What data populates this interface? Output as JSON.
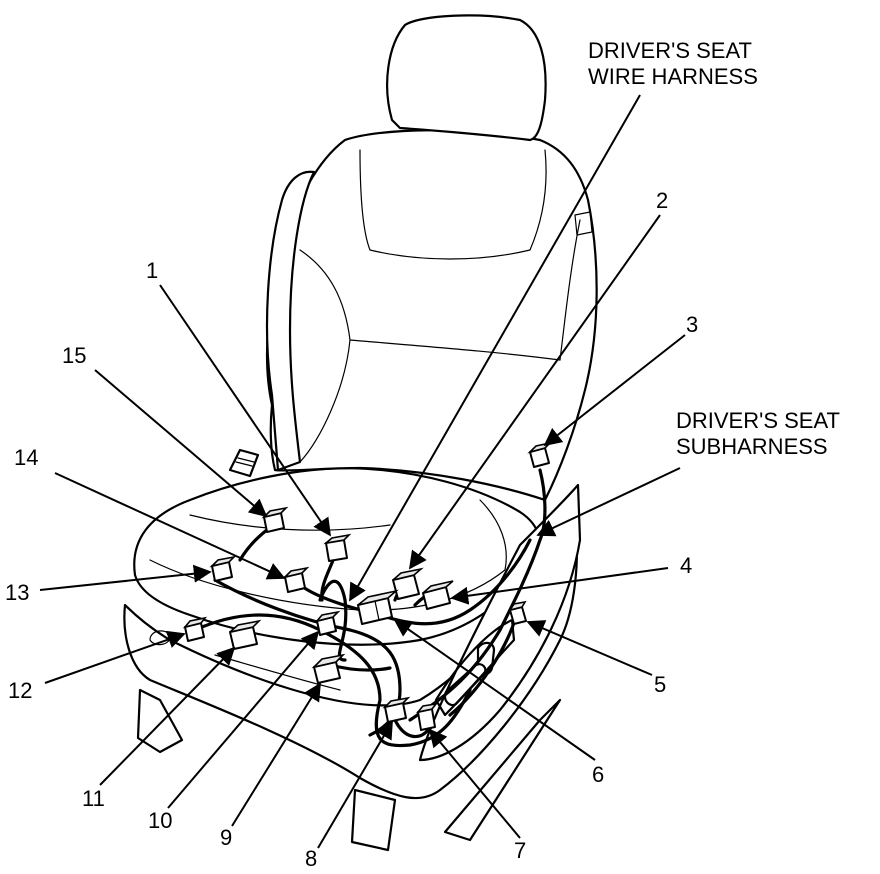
{
  "labels": {
    "wire_harness_line1": "DRIVER'S SEAT",
    "wire_harness_line2": "WIRE HARNESS",
    "subharness_line1": "DRIVER'S SEAT",
    "subharness_line2": "SUBHARNESS"
  },
  "callouts": {
    "c1": "1",
    "c2": "2",
    "c3": "3",
    "c4": "4",
    "c5": "5",
    "c6": "6",
    "c7": "7",
    "c8": "8",
    "c9": "9",
    "c10": "10",
    "c11": "11",
    "c12": "12",
    "c13": "13",
    "c14": "14",
    "c15": "15"
  }
}
